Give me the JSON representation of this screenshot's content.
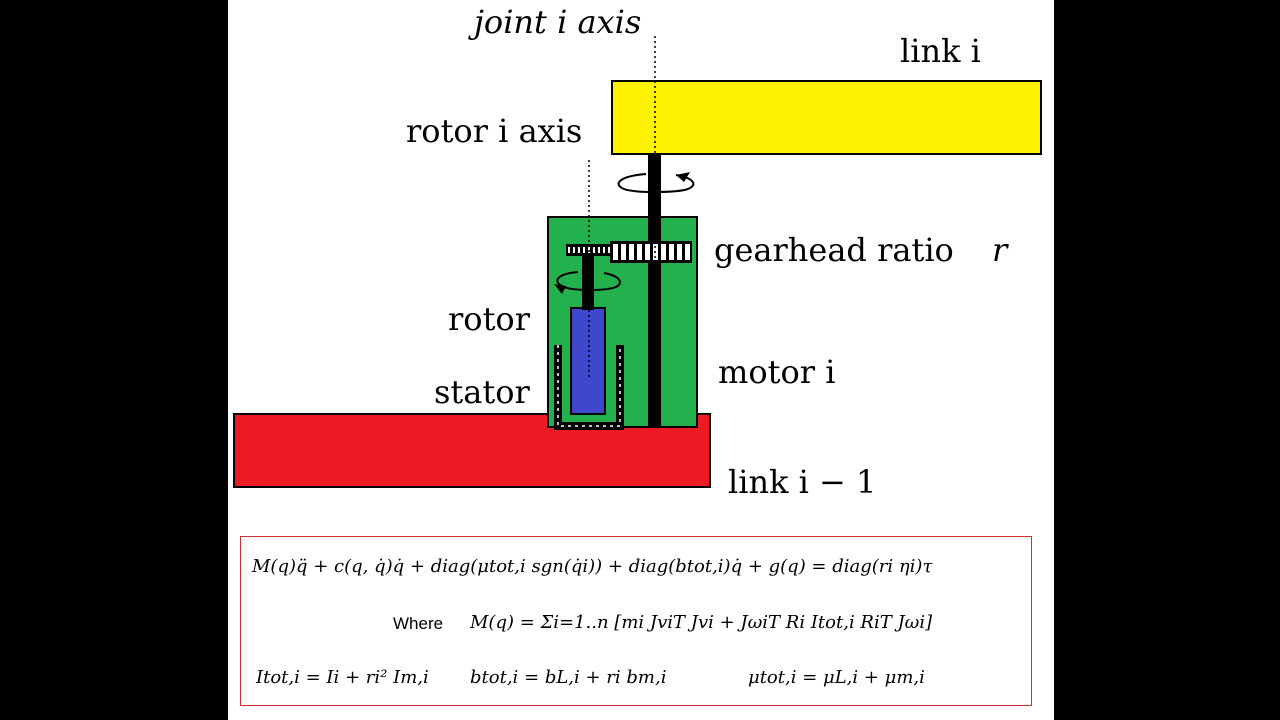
{
  "labels": {
    "joint_axis": "joint i axis",
    "link_i": "link i",
    "rotor_axis": "rotor i axis",
    "gearhead": "gearhead ratio",
    "gearhead_symbol": "r",
    "rotor": "rotor",
    "motor": "motor i",
    "stator": "stator",
    "link_prev": "link i − 1"
  },
  "equations": {
    "main": "M(q)q̈ + c(q, q̇)q̇ + diag(μtot,i sgn(q̇i)) + diag(btot,i)q̇ + g(q) = diag(ri ηi)τ",
    "where_label": "Where",
    "mass_matrix": "M(q) = Σi=1..n [mi JviT Jvi + JωiT Ri Itot,i RiT Jωi]",
    "inertia": "Itot,i = Ii + ri² Im,i",
    "damping": "btot,i = bL,i + ri bm,i",
    "friction": "μtot,i = μL,i + μm,i"
  },
  "colors": {
    "link_i": "#fff200",
    "link_prev": "#ed1c24",
    "motor": "#22b14c",
    "rotor": "#3f48cc",
    "box_border": "#c83232"
  }
}
